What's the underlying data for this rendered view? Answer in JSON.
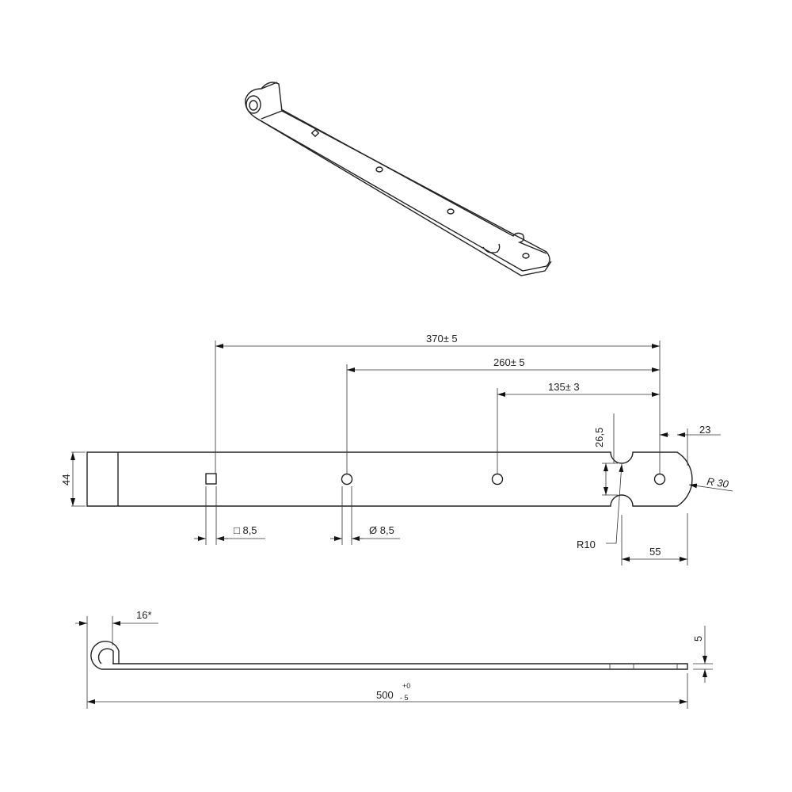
{
  "drawing": {
    "dimensions": {
      "d370": "370± 5",
      "d260": "260± 5",
      "d135": "135± 3",
      "d23": "23",
      "d44": "44",
      "d26_5": "26,5",
      "r10": "R10",
      "d55": "55",
      "r30": "R 30",
      "square_hole": "□ 8,5",
      "round_hole": "Ø 8,5",
      "d16": "16*",
      "d500": "500",
      "d500_upper_tol": "+0",
      "d500_lower_tol": "- 5",
      "d5": "5"
    },
    "colors": {
      "line": "#222222",
      "background": "#ffffff"
    }
  }
}
